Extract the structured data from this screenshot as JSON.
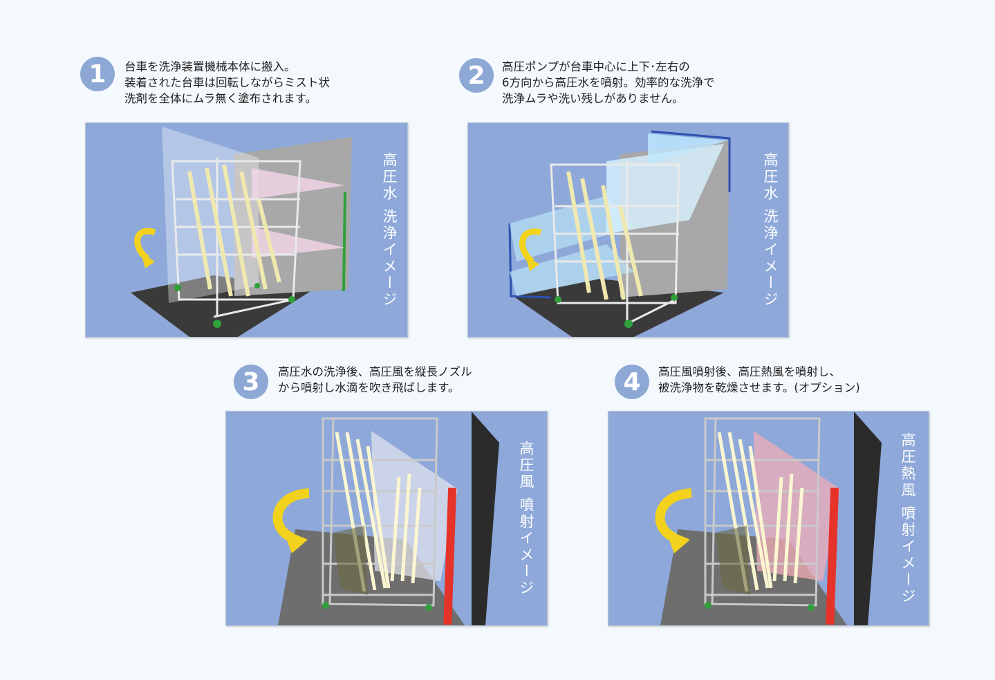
{
  "steps": [
    {
      "number": "1",
      "lines": [
        "台車を洗浄装置機械本体に搬入。",
        "装着された台車は回転しながらミスト状",
        "洗剤を全体にムラ無く塗布されます。"
      ],
      "image_label": "高圧水 洗浄イメージ"
    },
    {
      "number": "2",
      "lines": [
        "高圧ポンプが台車中心に上下･左右の",
        "6方向から高圧水を噴射。効率的な洗浄で",
        "洗浄ムラや洗い残しがありません。"
      ],
      "image_label": "高圧水 洗浄イメージ"
    },
    {
      "number": "3",
      "lines": [
        "高圧水の洗浄後、高圧風を縦長ノズル",
        "から噴射し水滴を吹き飛ばします。"
      ],
      "image_label": "高圧風 噴射イメージ"
    },
    {
      "number": "4",
      "lines": [
        "高圧風噴射後、高圧熱風を噴射し、",
        "被洗浄物を乾燥させます。(オプション)"
      ],
      "image_label": "高圧熱風 噴射イメージ"
    }
  ],
  "colors": {
    "badge": "#8ea8d6",
    "panel": "#8da8d9",
    "arrow": "#f3d21d",
    "nozzle_red": "#e5332a",
    "background": "#f4f9fd"
  }
}
